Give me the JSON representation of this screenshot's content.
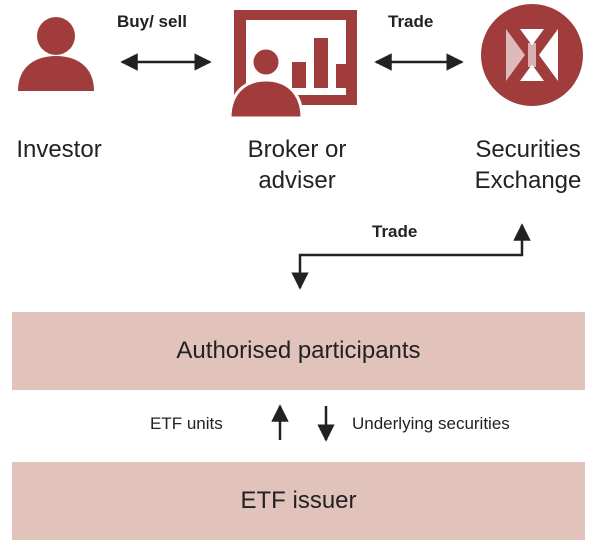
{
  "nodes": {
    "investor": "Investor",
    "broker_line1": "Broker or",
    "broker_line2": "adviser",
    "exchange_line1": "Securities",
    "exchange_line2": "Exchange"
  },
  "edges": {
    "investor_broker": "Buy/ sell",
    "broker_exchange": "Trade",
    "exchange_participants": "Trade",
    "etf_units": "ETF units",
    "underlying_securities": "Underlying securities"
  },
  "boxes": {
    "participants": "Authorised participants",
    "issuer": "ETF issuer"
  },
  "colors": {
    "icon": "#a03c3c",
    "box_fill": "#e2c3bb",
    "text": "#222222"
  },
  "icons": [
    "person-icon",
    "presenter-chart-icon",
    "exchange-x-logo-icon"
  ]
}
